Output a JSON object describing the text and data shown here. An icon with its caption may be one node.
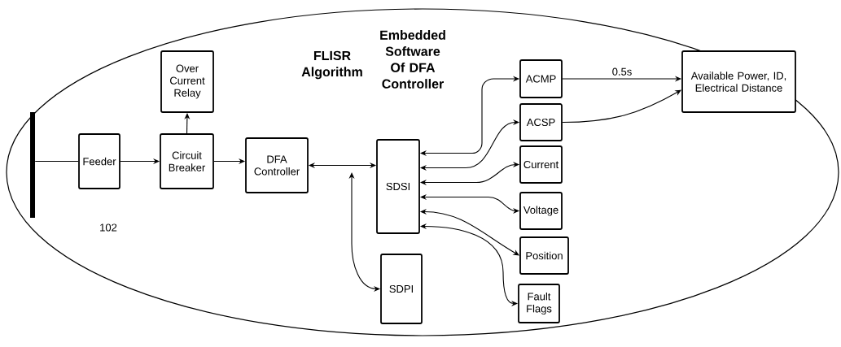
{
  "diagram": {
    "nodes": [
      {
        "text": [],
        "shape": "bar"
      },
      {
        "text": [
          "Over Current Relay"
        ]
      },
      {
        "text": [
          "Feeder"
        ]
      },
      {
        "text": [
          "Circuit Breaker"
        ]
      },
      {
        "text": [
          "DFA Controller"
        ]
      },
      {
        "text": [
          "SDSI"
        ]
      },
      {
        "text": [
          "SDPI"
        ]
      },
      {
        "text": [
          "ACMP"
        ]
      },
      {
        "text": [
          "ACSP"
        ]
      },
      {
        "text": [
          "Current"
        ]
      },
      {
        "text": [
          "Voltage"
        ]
      },
      {
        "text": [
          "Position"
        ]
      },
      {
        "text": [
          "Fault Flags"
        ]
      },
      {
        "text": [
          "Available Power, ID, Electrical Distance"
        ]
      }
    ],
    "edges": [
      {
        "from": 0,
        "to": 2,
        "arrow": "none"
      },
      {
        "from": 2,
        "to": 3,
        "arrow": "to"
      },
      {
        "from": 3,
        "to": 1,
        "arrow": "to"
      },
      {
        "from": 3,
        "to": 4,
        "arrow": "to"
      },
      {
        "from": 4,
        "to": 5,
        "arrow": "both"
      },
      {
        "from": 6,
        "to": null,
        "arrow": "both"
      },
      {
        "from": 5,
        "to": 7,
        "arrow": "both"
      },
      {
        "from": 5,
        "to": 8,
        "arrow": "both"
      },
      {
        "from": 5,
        "to": 9,
        "arrow": "both"
      },
      {
        "from": 5,
        "to": 10,
        "arrow": "both"
      },
      {
        "from": 5,
        "to": 11,
        "arrow": "both"
      },
      {
        "from": 5,
        "to": 12,
        "arrow": "both"
      },
      {
        "from": 7,
        "to": 13,
        "arrow": "to",
        "label": "0.5s"
      },
      {
        "from": 8,
        "to": 13,
        "arrow": "to"
      }
    ],
    "labels": [
      "FLISR Algorithm",
      "Embedded Software Of DFA Controller",
      "102"
    ]
  }
}
